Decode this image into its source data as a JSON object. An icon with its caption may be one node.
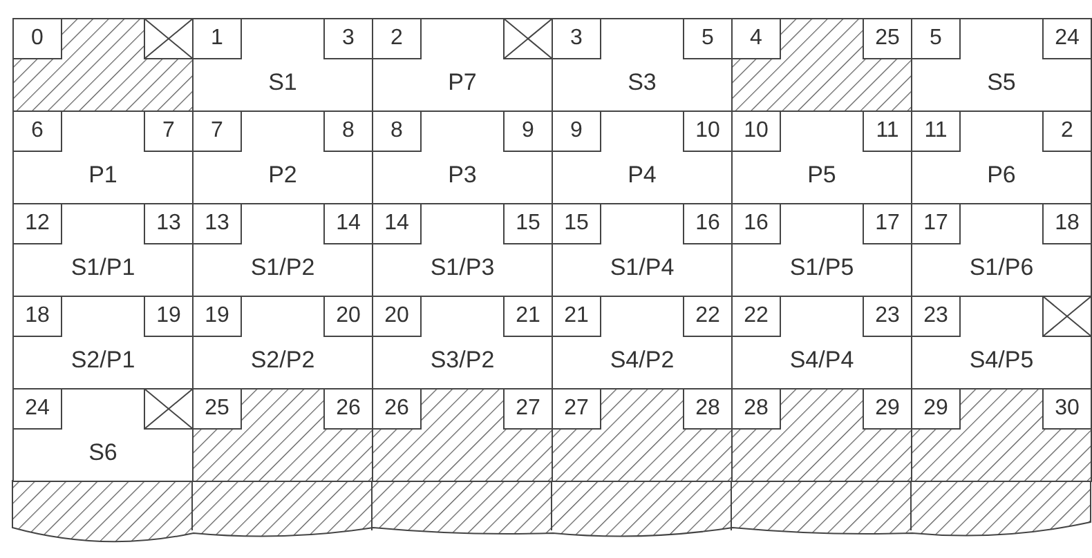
{
  "diagram": {
    "nodes": [
      {
        "text": [],
        "shape": "box"
      },
      {
        "text": [
          "0"
        ],
        "in": 0
      },
      {
        "text": [],
        "shape": "cross",
        "in": 0
      },
      {
        "text": [
          "S1"
        ]
      },
      {
        "text": [
          "1"
        ],
        "in": 3
      },
      {
        "text": [
          "3"
        ],
        "in": 3
      },
      {
        "text": [
          "P7"
        ]
      },
      {
        "text": [
          "2"
        ],
        "in": 6
      },
      {
        "text": [],
        "shape": "cross",
        "in": 6
      },
      {
        "text": [
          "S3"
        ]
      },
      {
        "text": [
          "3"
        ],
        "in": 9
      },
      {
        "text": [
          "5"
        ],
        "in": 9
      },
      {
        "text": [],
        "shape": "box"
      },
      {
        "text": [
          "4"
        ],
        "in": 12
      },
      {
        "text": [
          "25"
        ],
        "in": 12
      },
      {
        "text": [
          "S5"
        ]
      },
      {
        "text": [
          "5"
        ],
        "in": 15
      },
      {
        "text": [
          "24"
        ],
        "in": 15
      },
      {
        "text": [
          "P1"
        ]
      },
      {
        "text": [
          "6"
        ],
        "in": 18
      },
      {
        "text": [
          "7"
        ],
        "in": 18
      },
      {
        "text": [
          "P2"
        ]
      },
      {
        "text": [
          "7"
        ],
        "in": 21
      },
      {
        "text": [
          "8"
        ],
        "in": 21
      },
      {
        "text": [
          "P3"
        ]
      },
      {
        "text": [
          "8"
        ],
        "in": 24
      },
      {
        "text": [
          "9"
        ],
        "in": 24
      },
      {
        "text": [
          "P4"
        ]
      },
      {
        "text": [
          "9"
        ],
        "in": 27
      },
      {
        "text": [
          "10"
        ],
        "in": 27
      },
      {
        "text": [
          "P5"
        ]
      },
      {
        "text": [
          "10"
        ],
        "in": 30
      },
      {
        "text": [
          "11"
        ],
        "in": 30
      },
      {
        "text": [
          "P6"
        ]
      },
      {
        "text": [
          "11"
        ],
        "in": 33
      },
      {
        "text": [
          "2"
        ],
        "in": 33
      },
      {
        "text": [
          "S1/P1"
        ]
      },
      {
        "text": [
          "12"
        ],
        "in": 36
      },
      {
        "text": [
          "13"
        ],
        "in": 36
      },
      {
        "text": [
          "S1/P2"
        ]
      },
      {
        "text": [
          "13"
        ],
        "in": 39
      },
      {
        "text": [
          "14"
        ],
        "in": 39
      },
      {
        "text": [
          "S1/P3"
        ]
      },
      {
        "text": [
          "14"
        ],
        "in": 42
      },
      {
        "text": [
          "15"
        ],
        "in": 42
      },
      {
        "text": [
          "S1/P4"
        ]
      },
      {
        "text": [
          "15"
        ],
        "in": 45
      },
      {
        "text": [
          "16"
        ],
        "in": 45
      },
      {
        "text": [
          "S1/P5"
        ]
      },
      {
        "text": [
          "16"
        ],
        "in": 48
      },
      {
        "text": [
          "17"
        ],
        "in": 48
      },
      {
        "text": [
          "S1/P6"
        ]
      },
      {
        "text": [
          "17"
        ],
        "in": 51
      },
      {
        "text": [
          "18"
        ],
        "in": 51
      },
      {
        "text": [
          "S2/P1"
        ]
      },
      {
        "text": [
          "18"
        ],
        "in": 54
      },
      {
        "text": [
          "19"
        ],
        "in": 54
      },
      {
        "text": [
          "S2/P2"
        ]
      },
      {
        "text": [
          "19"
        ],
        "in": 57
      },
      {
        "text": [
          "20"
        ],
        "in": 57
      },
      {
        "text": [
          "S3/P2"
        ]
      },
      {
        "text": [
          "20"
        ],
        "in": 60
      },
      {
        "text": [
          "21"
        ],
        "in": 60
      },
      {
        "text": [
          "S4/P2"
        ]
      },
      {
        "text": [
          "21"
        ],
        "in": 63
      },
      {
        "text": [
          "22"
        ],
        "in": 63
      },
      {
        "text": [
          "S4/P4"
        ]
      },
      {
        "text": [
          "22"
        ],
        "in": 66
      },
      {
        "text": [
          "23"
        ],
        "in": 66
      },
      {
        "text": [
          "S4/P5"
        ]
      },
      {
        "text": [
          "23"
        ],
        "in": 69
      },
      {
        "text": [],
        "shape": "cross",
        "in": 69
      },
      {
        "text": [
          "S6"
        ]
      },
      {
        "text": [
          "24"
        ],
        "in": 72
      },
      {
        "text": [],
        "shape": "cross",
        "in": 72
      },
      {
        "text": [],
        "shape": "box"
      },
      {
        "text": [
          "25"
        ],
        "in": 75
      },
      {
        "text": [
          "26"
        ],
        "in": 75
      },
      {
        "text": [],
        "shape": "box"
      },
      {
        "text": [
          "26"
        ],
        "in": 78
      },
      {
        "text": [
          "27"
        ],
        "in": 78
      },
      {
        "text": [],
        "shape": "box"
      },
      {
        "text": [
          "27"
        ],
        "in": 81
      },
      {
        "text": [
          "28"
        ],
        "in": 81
      },
      {
        "text": [],
        "shape": "box"
      },
      {
        "text": [
          "28"
        ],
        "in": 84
      },
      {
        "text": [
          "29"
        ],
        "in": 84
      },
      {
        "text": [],
        "shape": "box"
      },
      {
        "text": [
          "29"
        ],
        "in": 87
      },
      {
        "text": [
          "30"
        ],
        "in": 87
      }
    ]
  }
}
